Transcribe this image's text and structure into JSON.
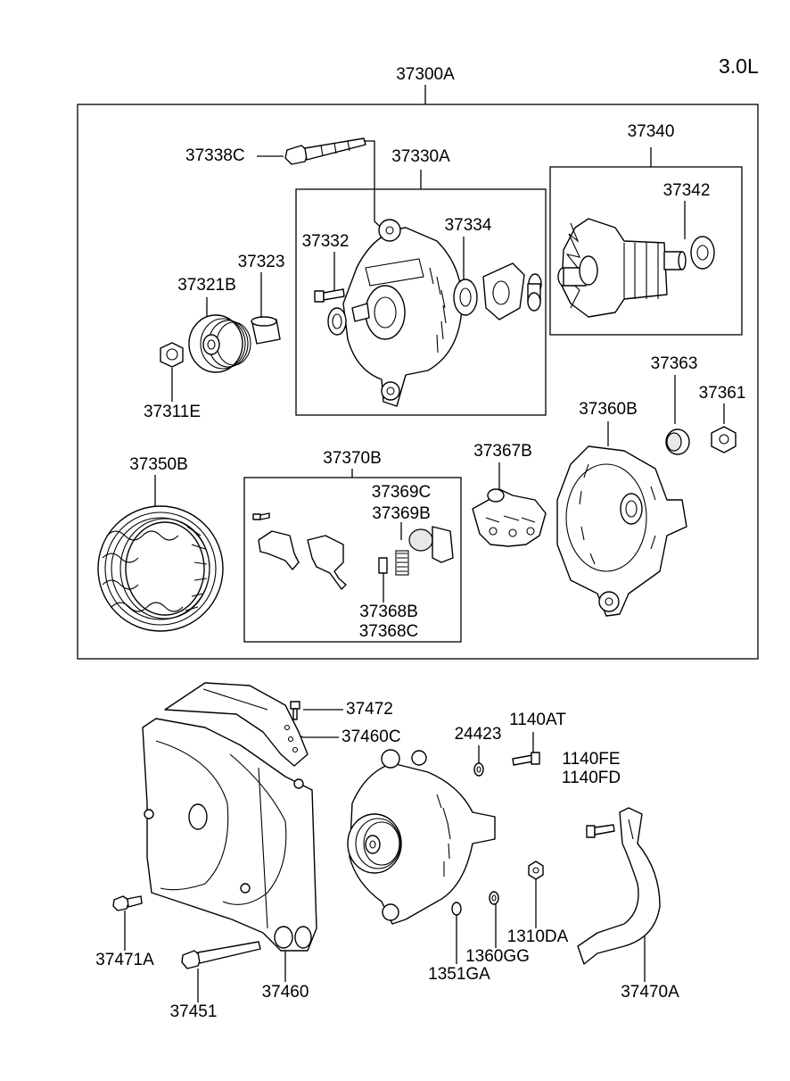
{
  "engine": "3.0L",
  "assembly": "37300A",
  "labels": {
    "p37338C": "37338C",
    "p37330A": "37330A",
    "p37340": "37340",
    "p37342": "37342",
    "p37332": "37332",
    "p37334": "37334",
    "p37323": "37323",
    "p37321B": "37321B",
    "p37311E": "37311E",
    "p37363": "37363",
    "p37361": "37361",
    "p37360B": "37360B",
    "p37350B": "37350B",
    "p37370B": "37370B",
    "p37369C": "37369C",
    "p37369B": "37369B",
    "p37368B": "37368B",
    "p37368C": "37368C",
    "p37367B": "37367B",
    "p37472": "37472",
    "p37460C": "37460C",
    "p24423": "24423",
    "p1140AT": "1140AT",
    "p1140FE": "1140FE",
    "p1140FD": "1140FD",
    "p37471A": "37471A",
    "p37451": "37451",
    "p37460": "37460",
    "p1351GA": "1351GA",
    "p1360GG": "1360GG",
    "p1310DA": "1310DA",
    "p37470A": "37470A"
  }
}
